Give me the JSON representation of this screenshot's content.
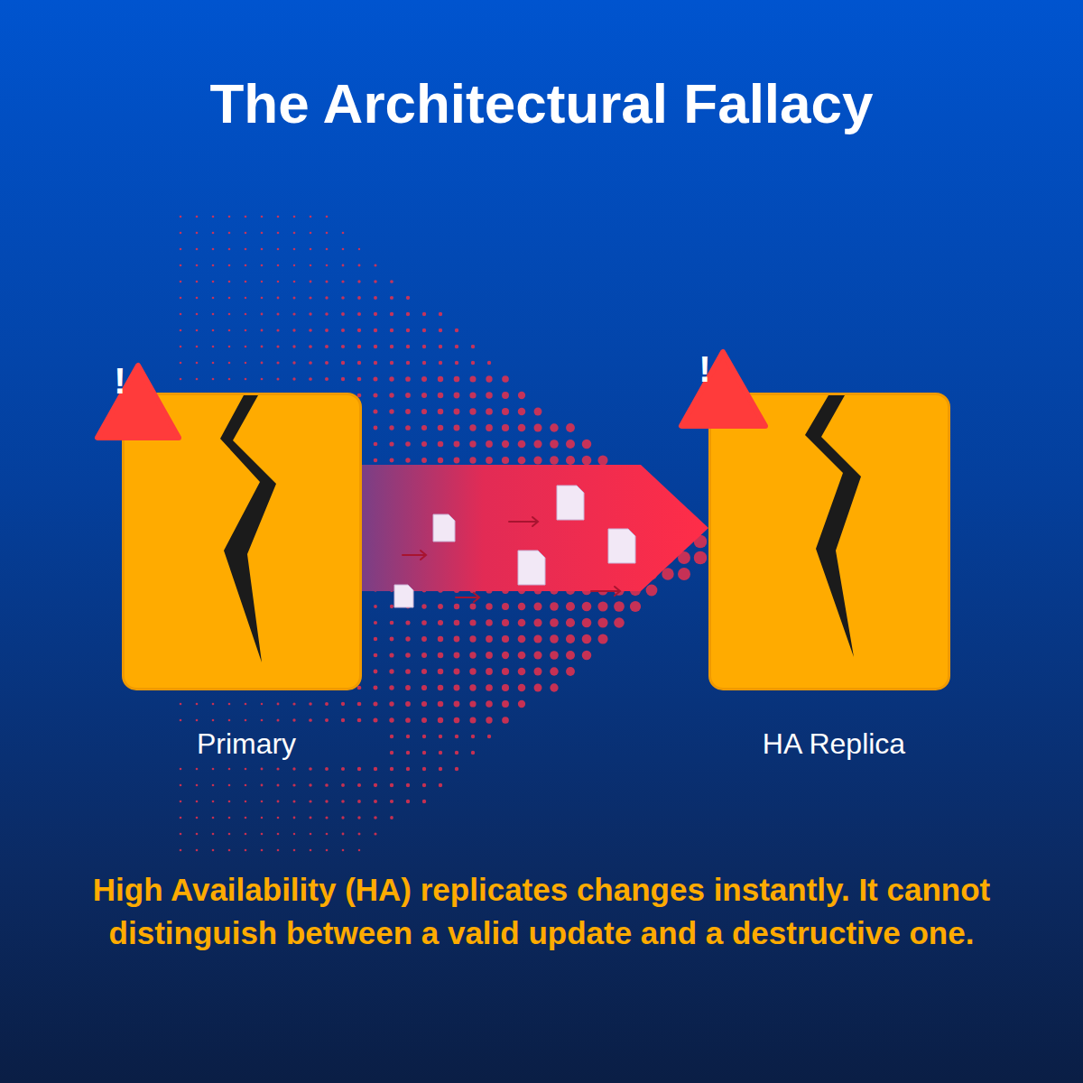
{
  "diagram": {
    "title": "The Architectural Fallacy",
    "caption": "High Availability (HA) replicates changes instantly. It cannot distinguish between a valid update and a destructive one.",
    "nodes": [
      {
        "text": [
          "Primary"
        ]
      },
      {
        "text": [
          "HA Replica"
        ]
      }
    ],
    "edges": [
      {
        "from": 0,
        "to": 1,
        "arrow": "to"
      }
    ],
    "labels": [
      "!",
      "!"
    ]
  }
}
